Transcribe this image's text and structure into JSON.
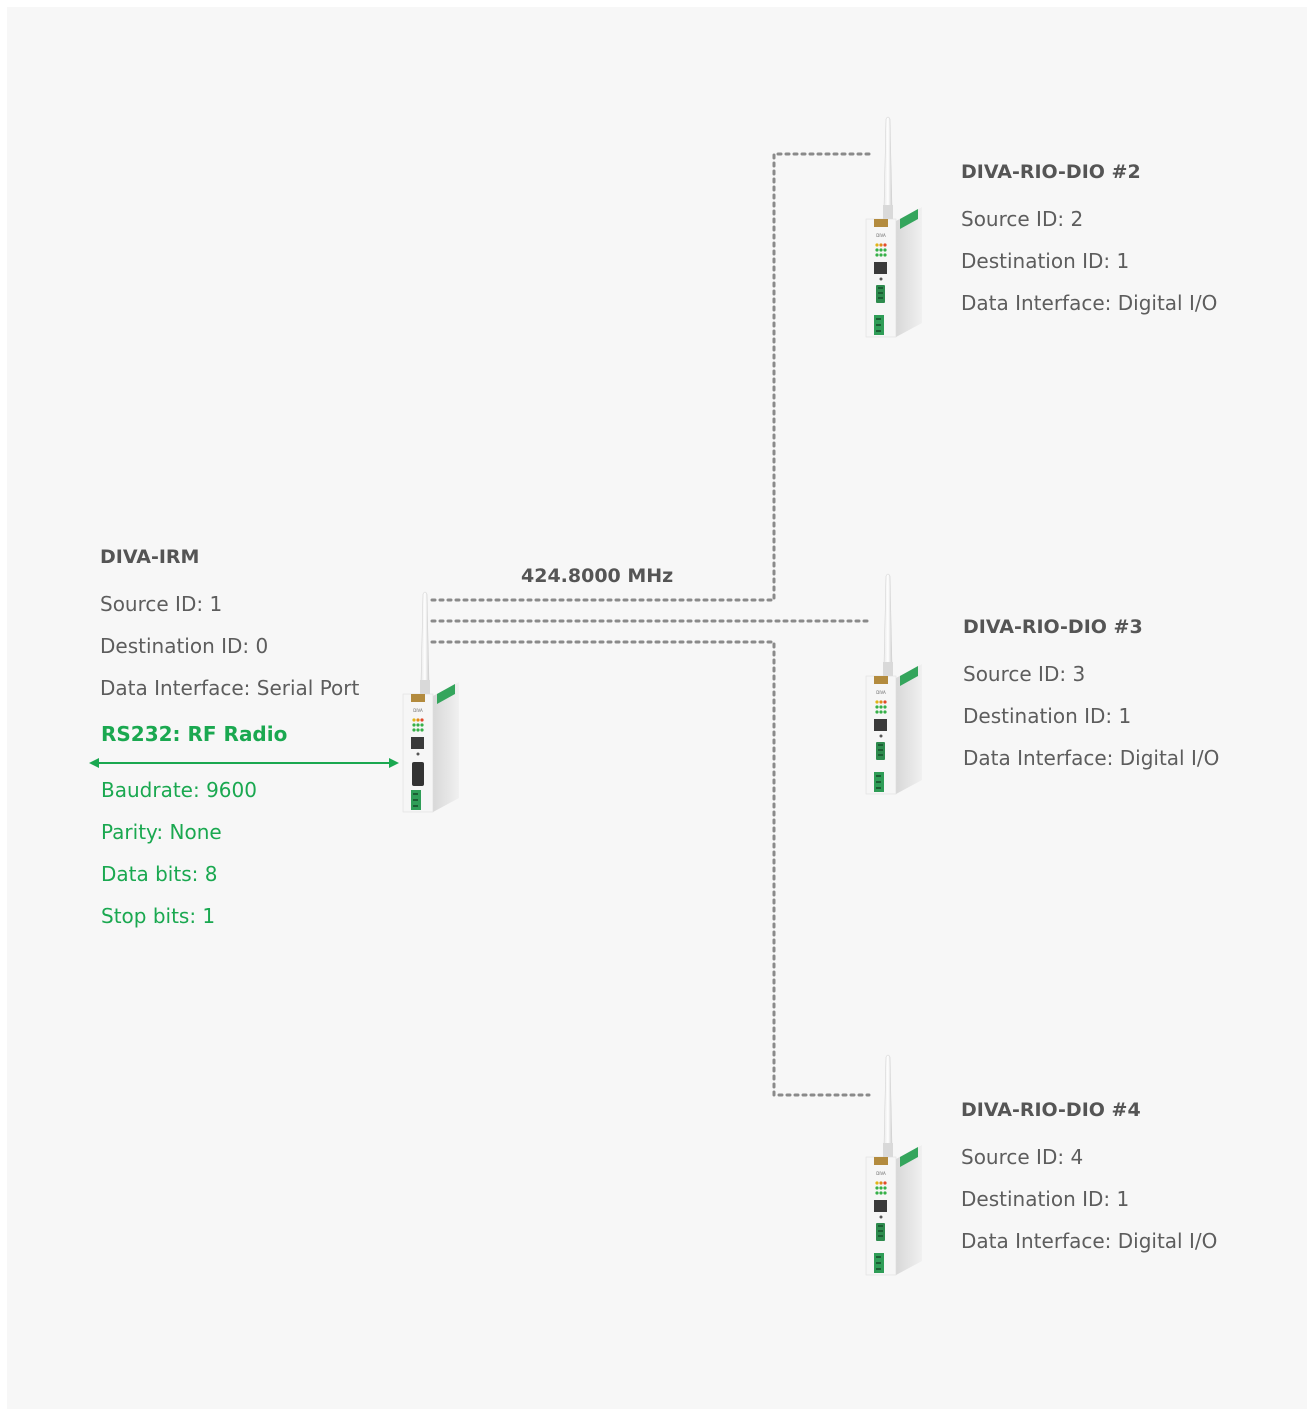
{
  "frequency": "424.8000 MHz",
  "master": {
    "title": "DIVA-IRM",
    "source": "Source ID: 1",
    "destination": "Destination ID: 0",
    "interface": "Data Interface: Serial Port"
  },
  "serial": {
    "title": "RS232: RF Radio",
    "baudrate": "Baudrate: 9600",
    "parity": "Parity: None",
    "databits": "Data bits: 8",
    "stopbits": "Stop bits: 1"
  },
  "nodes": [
    {
      "title": "DIVA-RIO-DIO #2",
      "source": "Source ID: 2",
      "destination": "Destination ID: 1",
      "interface": "Data Interface: Digital I/O"
    },
    {
      "title": "DIVA-RIO-DIO #3",
      "source": "Source ID: 3",
      "destination": "Destination ID: 1",
      "interface": "Data Interface: Digital I/O"
    },
    {
      "title": "DIVA-RIO-DIO #4",
      "source": "Source ID: 4",
      "destination": "Destination ID: 1",
      "interface": "Data Interface: Digital I/O"
    }
  ],
  "device_logo": "DIVA",
  "colors": {
    "background": "#f7f7f7",
    "text": "#5d5d5d",
    "accent": "#1aa850",
    "wire": "#8a8a8a"
  }
}
